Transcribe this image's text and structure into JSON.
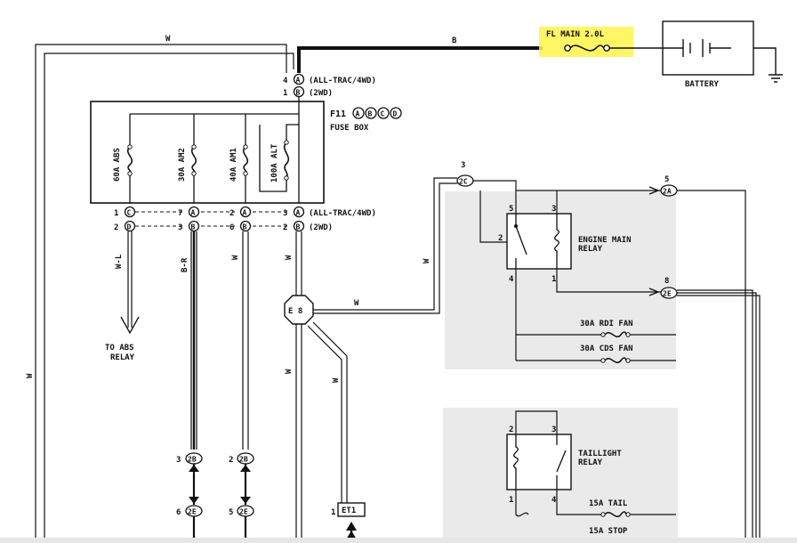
{
  "labels": {
    "fl_main": "FL MAIN 2.0L",
    "battery": "BATTERY",
    "wire_b_top": "B",
    "wire_w_top": "W",
    "conn_all_trac": "(ALL-TRAC/4WD)",
    "conn_2wd": "(2WD)",
    "pin_4": "4",
    "pin_1": "1",
    "conn_a": "A",
    "conn_b": "B",
    "conn_c": "C",
    "conn_d": "D",
    "f11": "F11",
    "fuse_box": "FUSE BOX",
    "fuse_60a_abs": "60A ABS",
    "fuse_30a_am2": "30A AM2",
    "fuse_40a_am1": "40A AM1",
    "fuse_100a_alt": "100A ALT",
    "row1": [
      "1",
      "7",
      "2",
      "3"
    ],
    "row2": [
      "2",
      "3",
      "6",
      "2"
    ],
    "wire_w_l": "W-L",
    "wire_b_r": "B-R",
    "wire_w": "W",
    "to_abs": "TO ABS",
    "relay": "RELAY",
    "e8_conn": "E 8",
    "c2c_num": "3",
    "c2c": "2C",
    "c2a_num": "5",
    "c2a": "2A",
    "c2e_num": "8",
    "c2e": "2E",
    "engine_main": "ENGINE MAIN",
    "relay_word": "RELAY",
    "em_pin5": "5",
    "em_pin3": "3",
    "em_pin2": "2",
    "em_pin4": "4",
    "em_pin1": "1",
    "fuse_rdi": "30A RDI FAN",
    "fuse_cds": "30A CDS FAN",
    "tail_pin2": "2",
    "tail_pin3": "3",
    "tail_pin1": "1",
    "tail_pin4": "4",
    "taillight": "TAILLIGHT",
    "tail_relay": "RELAY",
    "fuse_tail": "15A TAIL",
    "fuse_stop": "15A STOP",
    "c2b_l_num": "3",
    "c2b_r_num": "2",
    "c2b": "2B",
    "c2e_l_num": "6",
    "c2e_r_num": "5",
    "c2e_low": "2E",
    "et1_num": "1",
    "et1": "ET1"
  }
}
